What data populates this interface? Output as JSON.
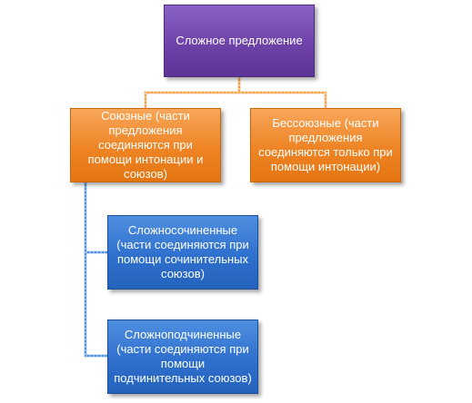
{
  "diagram": {
    "root": {
      "label": "Сложное предложение"
    },
    "children": [
      {
        "label": "Союзные (части предложения соединяются при помощи интонации  и союзов)",
        "children": [
          {
            "label": "Сложносочиненные (части соединяются при помощи сочинительных союзов)"
          },
          {
            "label": "Сложноподчиненные (части соединяются при помощи подчинительных союзов)"
          }
        ]
      },
      {
        "label": "Бессоюзные (части предложения соединяются только при помощи интонации)"
      }
    ]
  },
  "colors": {
    "root": "#6e43a9",
    "level2": "#ee8424",
    "level3": "#2f70ce",
    "connector_orange": "#f5a04a",
    "connector_blue": "#4f8fe0"
  }
}
